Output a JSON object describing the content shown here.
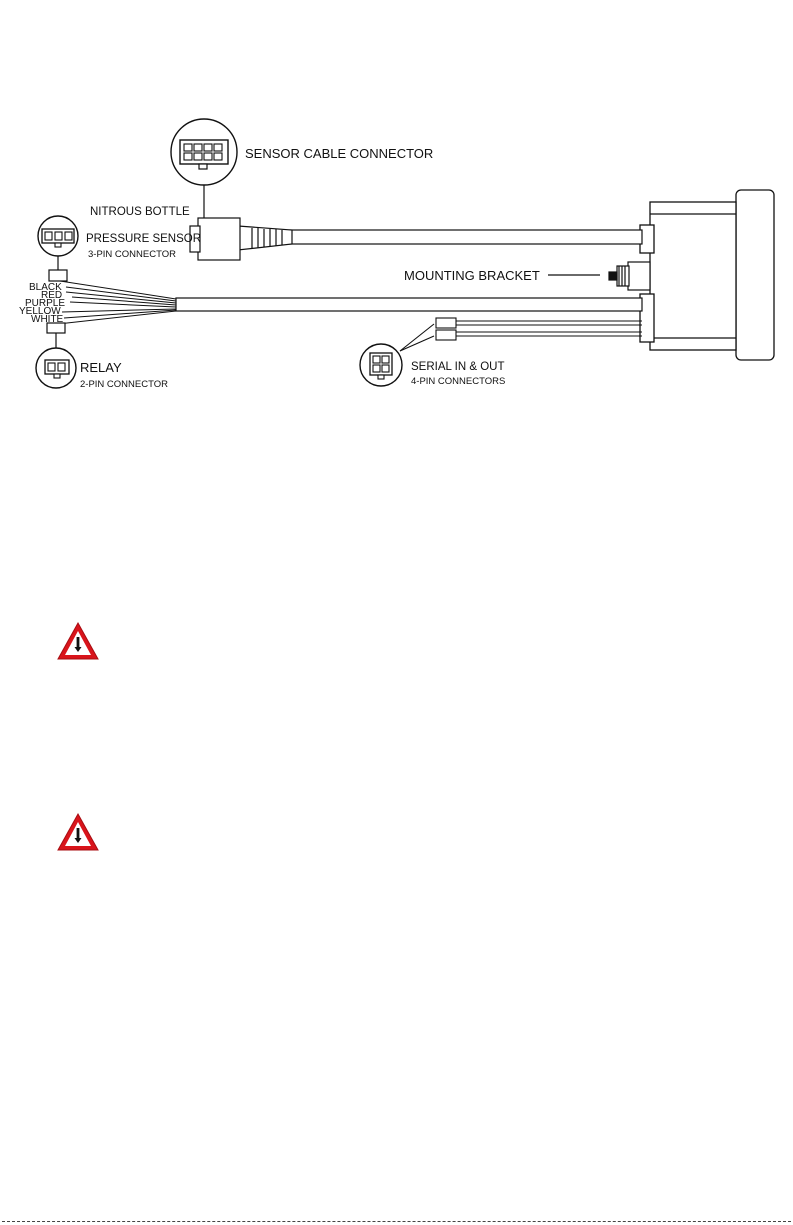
{
  "diagram": {
    "callouts": {
      "sensor_cable": "SENSOR CABLE CONNECTOR",
      "nitrous_line1": "NITROUS BOTTLE",
      "nitrous_line2": "PRESSURE SENSOR",
      "nitrous_pins": "3-PIN CONNECTOR",
      "mounting_bracket": "MOUNTING BRACKET",
      "relay": "RELAY",
      "relay_pins": "2-PIN CONNECTOR",
      "serial": "SERIAL IN & OUT",
      "serial_pins": "4-PIN CONNECTORS"
    },
    "wires": [
      "BLACK",
      "RED",
      "PURPLE",
      "YELLOW",
      "WHITE"
    ]
  },
  "warnings": [
    {
      "icon": "warning-triangle-icon",
      "color": "#d9141b"
    },
    {
      "icon": "warning-triangle-icon",
      "color": "#d9141b"
    }
  ]
}
